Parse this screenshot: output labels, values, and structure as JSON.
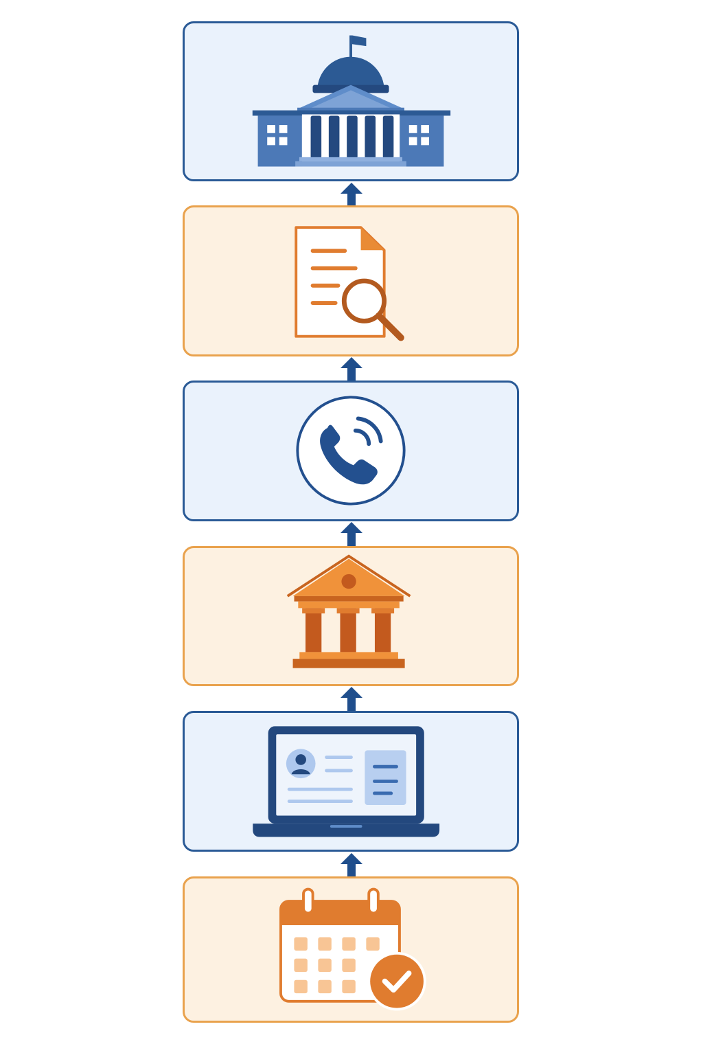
{
  "diagram": {
    "direction": "bottom-to-top",
    "colors": {
      "blue_border": "#2a5a96",
      "blue_fill": "#eaf2fc",
      "orange_border": "#e9a24d",
      "orange_fill": "#fdf1e1",
      "arrow": "#1f4e8c"
    },
    "stages": [
      {
        "icon": "capitol-building-icon",
        "theme": "blue"
      },
      {
        "icon": "document-search-icon",
        "theme": "orange"
      },
      {
        "icon": "phone-call-icon",
        "theme": "blue"
      },
      {
        "icon": "institution-building-icon",
        "theme": "orange"
      },
      {
        "icon": "laptop-profile-icon",
        "theme": "blue"
      },
      {
        "icon": "calendar-check-icon",
        "theme": "orange"
      }
    ]
  }
}
